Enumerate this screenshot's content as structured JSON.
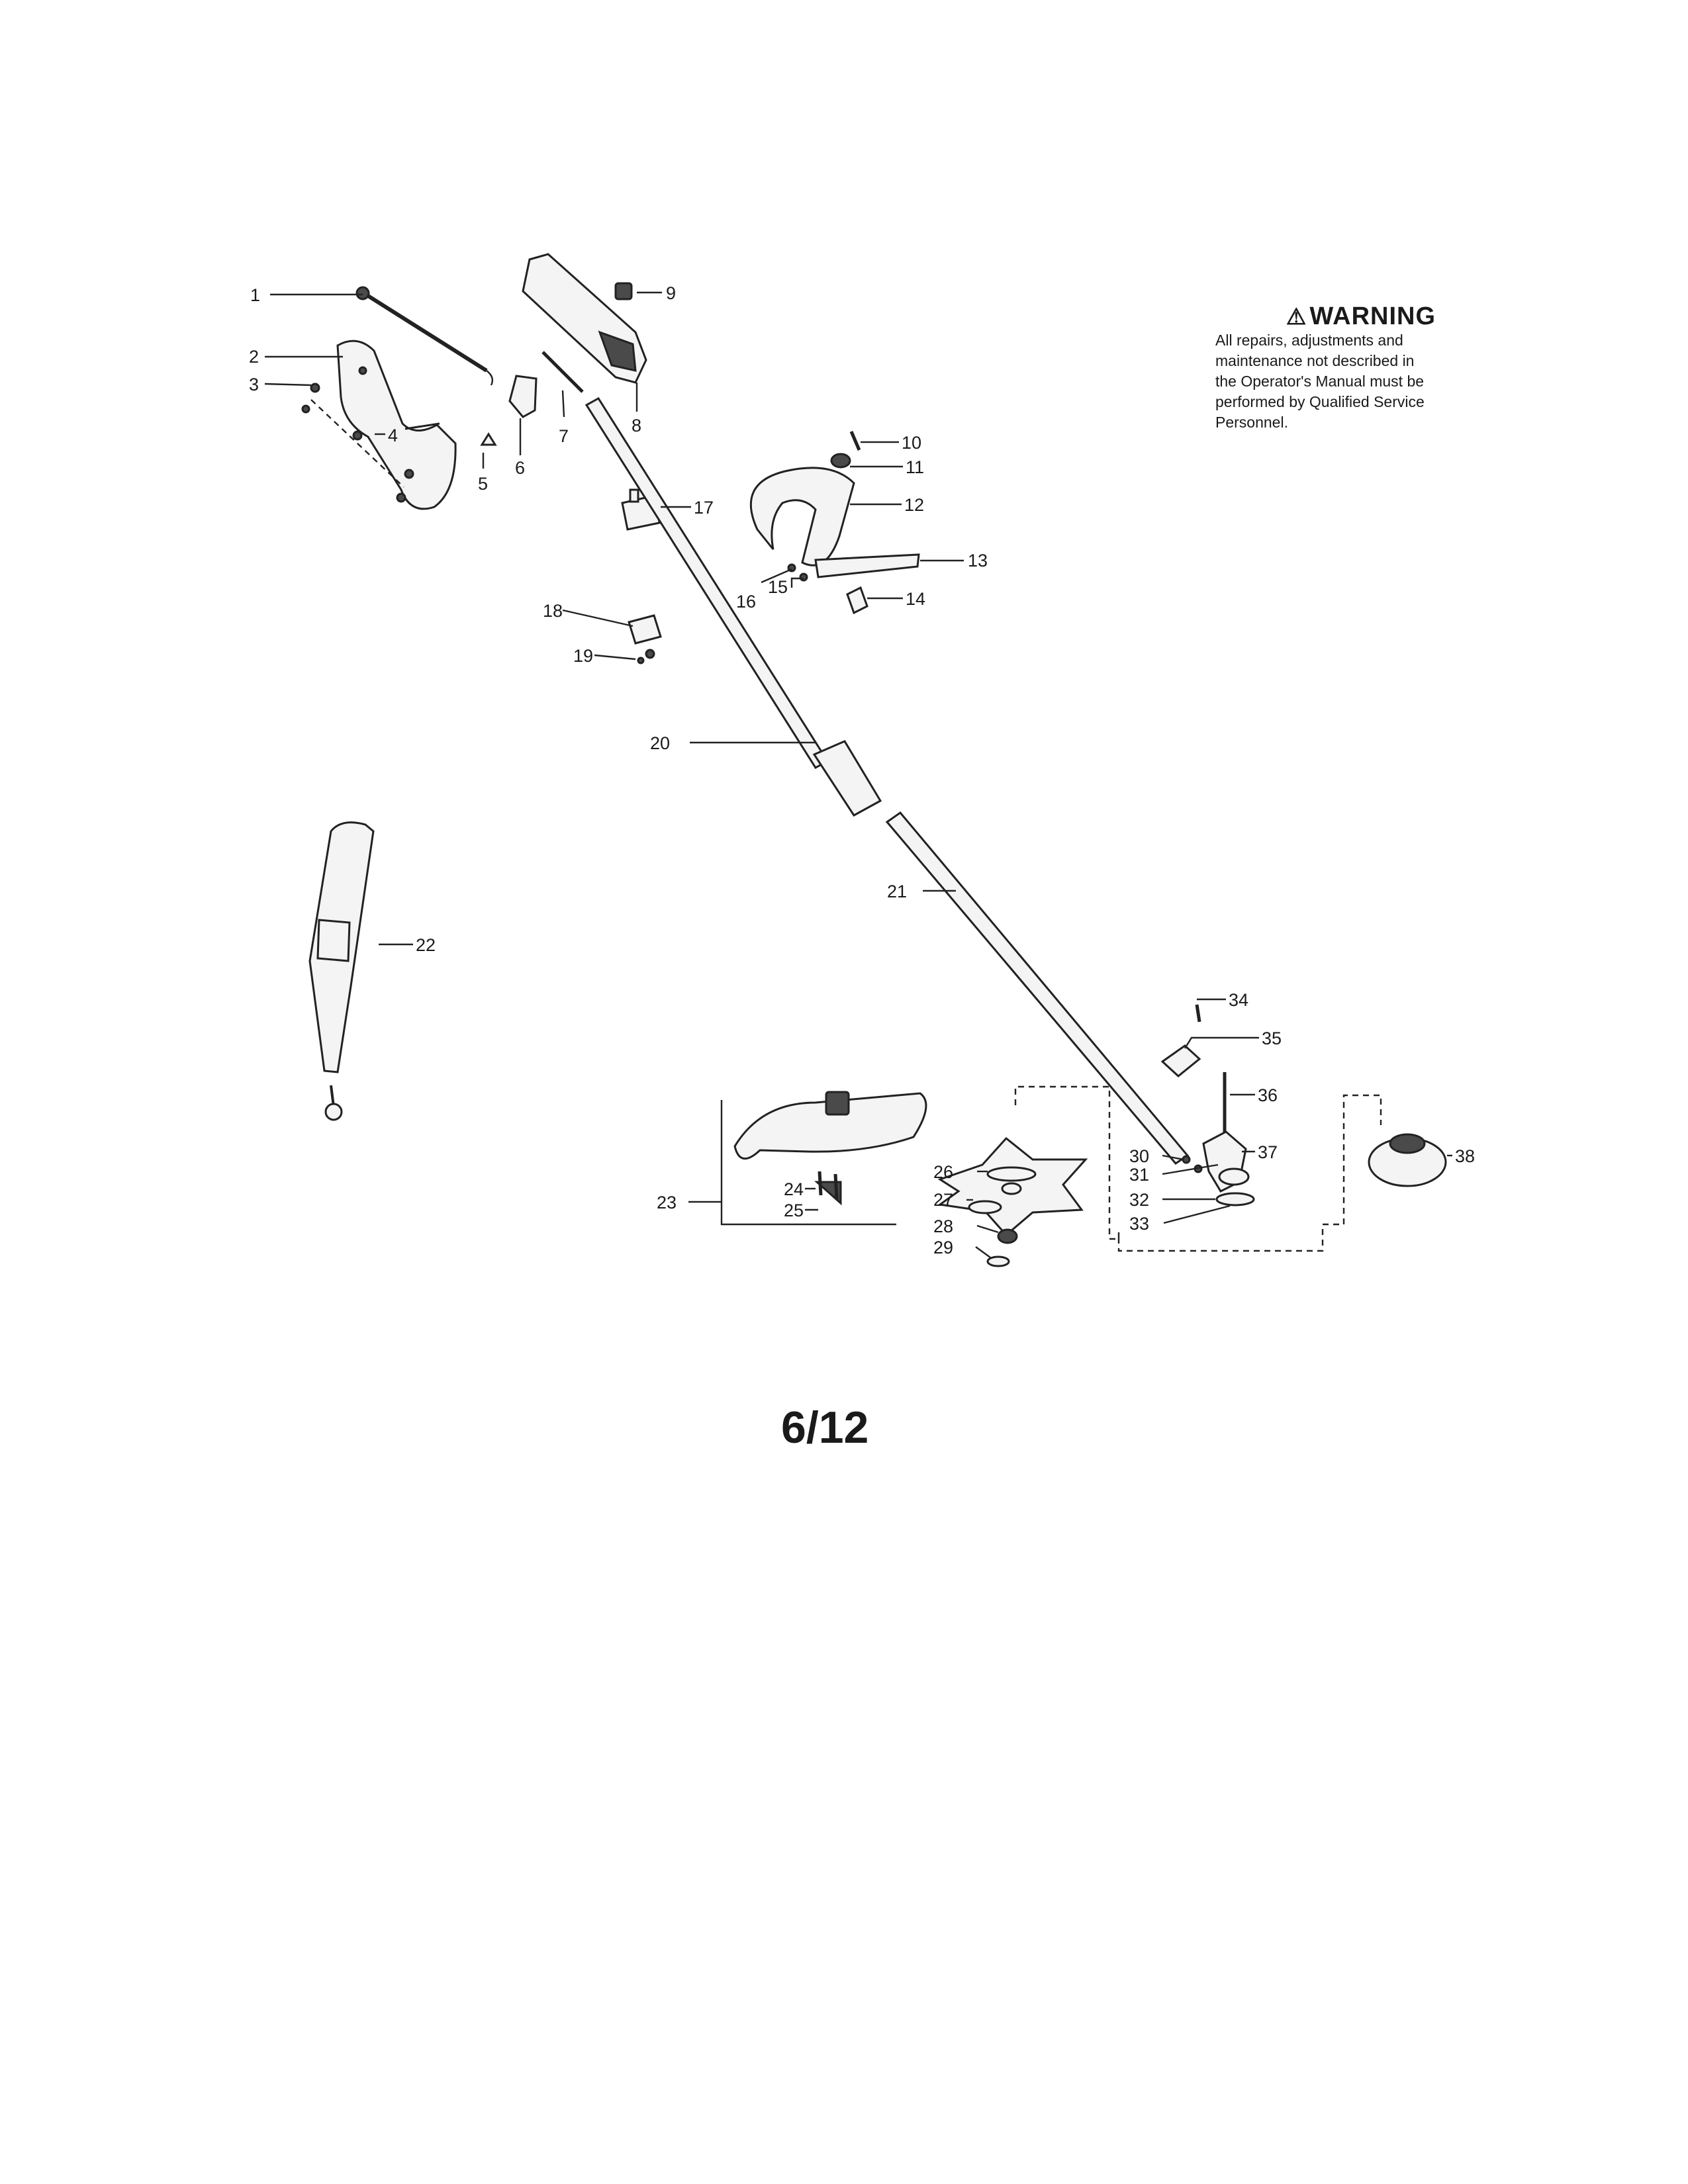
{
  "warning": {
    "icon": "warning-triangle-icon",
    "title": "WARNING",
    "lines": [
      "All repairs, adjustments and",
      "maintenance not described in",
      "the Operator's Manual must be",
      "performed by Qualified Service",
      "Personnel."
    ]
  },
  "page_number": "6/12",
  "callouts": {
    "c1": "1",
    "c2": "2",
    "c3": "3",
    "c4": "4",
    "c5": "5",
    "c6": "6",
    "c7": "7",
    "c8": "8",
    "c9": "9",
    "c10": "10",
    "c11": "11",
    "c12": "12",
    "c13": "13",
    "c14": "14",
    "c15": "15",
    "c16": "16",
    "c17": "17",
    "c18": "18",
    "c19": "19",
    "c20": "20",
    "c21": "21",
    "c22": "22",
    "c23": "23",
    "c24": "24",
    "c25": "25",
    "c26": "26",
    "c27": "27",
    "c28": "28",
    "c29": "29",
    "c30": "30",
    "c31": "31",
    "c32": "32",
    "c33": "33",
    "c34": "34",
    "c35": "35",
    "c36": "36",
    "c37": "37",
    "c38": "38"
  }
}
